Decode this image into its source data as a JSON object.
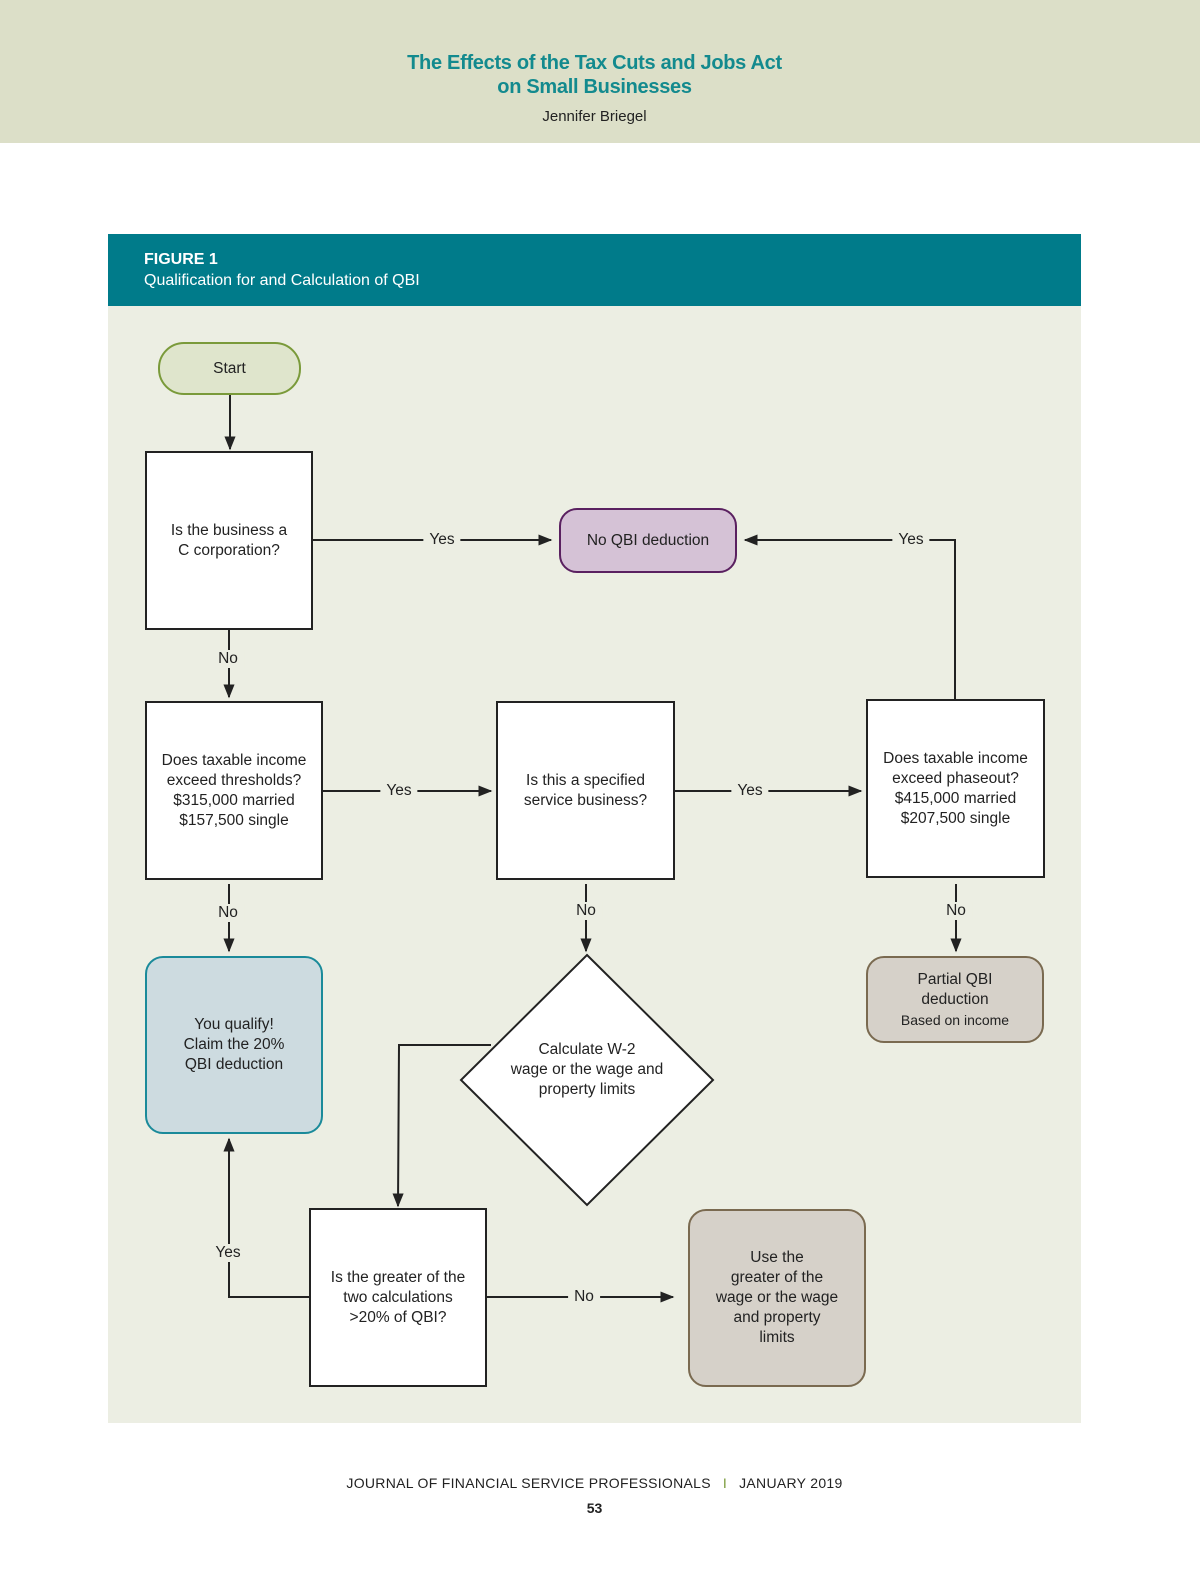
{
  "header": {
    "title_line1": "The Effects of the Tax Cuts and Jobs Act",
    "title_line2": "on Small Businesses",
    "author": "Jennifer Briegel"
  },
  "figure": {
    "label": "FIGURE 1",
    "caption": "Qualification for and Calculation of QBI"
  },
  "nodes": {
    "start": "Start",
    "c_corp": [
      "Is the business a",
      "C corporation?"
    ],
    "no_qbi": "No QBI deduction",
    "thresholds": [
      "Does taxable income",
      "exceed thresholds?",
      "$315,000 married",
      "$157,500 single"
    ],
    "specified": [
      "Is this a specified",
      "service business?"
    ],
    "phaseout": [
      "Does taxable income",
      "exceed phaseout?",
      "$415,000 married",
      "$207,500 single"
    ],
    "qualify": [
      "You qualify!",
      "Claim the 20%",
      "QBI deduction"
    ],
    "calculate": [
      "Calculate W-2",
      "wage or the wage and",
      "property limits"
    ],
    "partial": [
      "Partial QBI",
      "deduction"
    ],
    "partial_note": "Based on income",
    "greater": [
      "Is the greater of the",
      "two calculations",
      ">20% of QBI?"
    ],
    "use_greater": [
      "Use the",
      "greater of the",
      "wage or the wage",
      "and property",
      "limits"
    ]
  },
  "edges": {
    "yes": "Yes",
    "no": "No"
  },
  "colors": {
    "accent": "#007b8a",
    "title": "#138a8e",
    "start_fill": "#dfe5cc",
    "no_qbi_fill": "#d5c2d6",
    "qualify_fill": "#cddbe0",
    "result_fill": "#d6d1c9"
  },
  "footer": {
    "journal": "JOURNAL OF FINANCIAL SERVICE PROFESSIONALS",
    "separator": "I",
    "date": "JANUARY 2019",
    "page": "53"
  }
}
